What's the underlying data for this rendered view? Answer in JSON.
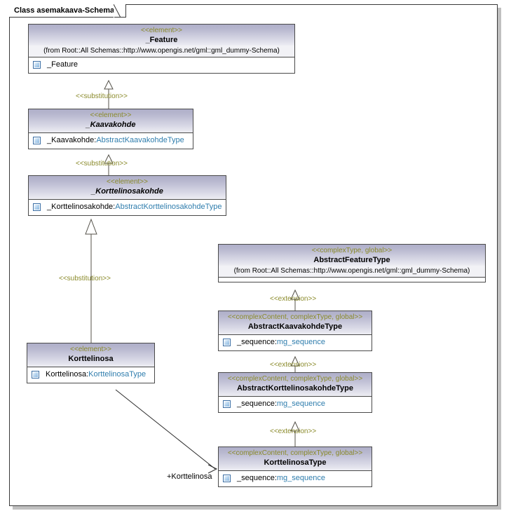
{
  "frame": {
    "tab_label": "Class asemakaava-Schema"
  },
  "icons": {
    "attribute": "attribute-square-icon"
  },
  "classes": [
    {
      "id": "feature",
      "stereotype": "<<element>>",
      "name": "_Feature",
      "from": "(from Root::All Schemas::http://www.opengis.net/gml::gml_dummy-Schema)",
      "attributes": [
        {
          "name": "_Feature",
          "type": ""
        }
      ]
    },
    {
      "id": "kaavakohde",
      "stereotype": "<<element>>",
      "name": "_Kaavakohde",
      "from": "",
      "attributes": [
        {
          "name": "_Kaavakohde:",
          "type": "AbstractKaavakohdeType"
        }
      ]
    },
    {
      "id": "korttelinosakohde",
      "stereotype": "<<element>>",
      "name": "_Korttelinosakohde",
      "from": "",
      "attributes": [
        {
          "name": "_Korttelinosakohde:",
          "type": "AbstractKorttelinosakohdeType"
        }
      ]
    },
    {
      "id": "korttelinosa",
      "stereotype": "<<element>>",
      "name": "Korttelinosa",
      "from": "",
      "attributes": [
        {
          "name": "Korttelinosa:",
          "type": "KorttelinosaType"
        }
      ]
    },
    {
      "id": "abstractfeaturetype",
      "stereotype": "<<complexType, global>>",
      "name": "AbstractFeatureType",
      "from": "(from Root::All Schemas::http://www.opengis.net/gml::gml_dummy-Schema)",
      "attributes": []
    },
    {
      "id": "abstractkaavakohdetype",
      "stereotype": "<<complexContent, complexType, global>>",
      "name": "AbstractKaavakohdeType",
      "from": "",
      "attributes": [
        {
          "name": "_sequence:",
          "type": "mg_sequence"
        }
      ]
    },
    {
      "id": "abstractkorttelinosakohdetype",
      "stereotype": "<<complexContent, complexType, global>>",
      "name": "AbstractKorttelinosakohdeType",
      "from": "",
      "attributes": [
        {
          "name": "_sequence:",
          "type": "mg_sequence"
        }
      ]
    },
    {
      "id": "korttelinosatype",
      "stereotype": "<<complexContent, complexType, global>>",
      "name": "KorttelinosaType",
      "from": "",
      "attributes": [
        {
          "name": "_sequence:",
          "type": "mg_sequence"
        }
      ]
    }
  ],
  "connectors": [
    {
      "id": "sub1",
      "label": "<<substitution>>",
      "from": "_Kaavakohde",
      "to": "_Feature",
      "kind": "generalization"
    },
    {
      "id": "sub2",
      "label": "<<substitution>>",
      "from": "_Korttelinosakohde",
      "to": "_Kaavakohde",
      "kind": "generalization"
    },
    {
      "id": "sub3",
      "label": "<<substitution>>",
      "from": "Korttelinosa",
      "to": "_Korttelinosakohde",
      "kind": "generalization"
    },
    {
      "id": "ext1",
      "label": "<<extension>>",
      "from": "AbstractKaavakohdeType",
      "to": "AbstractFeatureType",
      "kind": "generalization"
    },
    {
      "id": "ext2",
      "label": "<<extension>>",
      "from": "AbstractKorttelinosakohdeType",
      "to": "AbstractKaavakohdeType",
      "kind": "generalization"
    },
    {
      "id": "ext3",
      "label": "<<extension>>",
      "from": "KorttelinosaType",
      "to": "AbstractKorttelinosakohdeType",
      "kind": "generalization"
    },
    {
      "id": "assoc1",
      "label": "+Korttelinosa",
      "from": "Korttelinosa",
      "to": "KorttelinosaType",
      "kind": "association"
    }
  ],
  "colors": {
    "header_gradient_top": "#aeaec8",
    "header_gradient_bottom": "#ededf3",
    "stereotype_text": "#8a8a2a",
    "type_text": "#2f7dad",
    "connector_line": "#55524a",
    "frame_border": "#3a3a3a"
  }
}
